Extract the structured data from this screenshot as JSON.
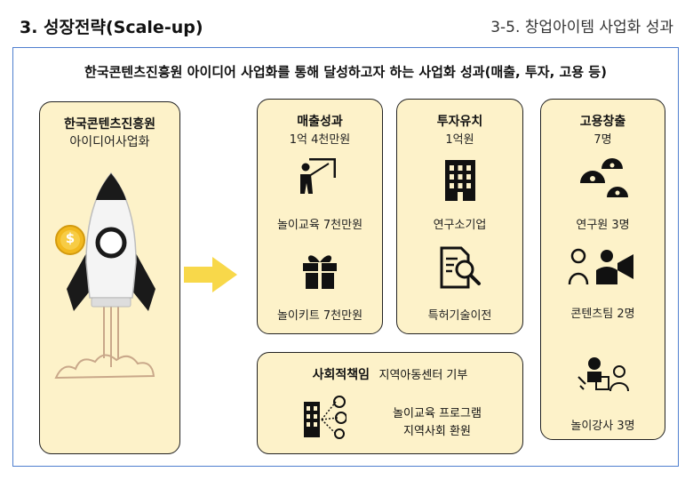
{
  "header": {
    "section": "3. 성장전략(Scale-up)",
    "subsection": "3-5. 창업아이템 사업화 성과"
  },
  "main": {
    "title": "한국콘텐츠진흥원 아이디어 사업화를 통해 달성하고자 하는 사업화 성과(매출, 투자, 고용 등)"
  },
  "program": {
    "title": "한국콘텐츠진흥원",
    "subtitle": "아이디어사업화",
    "coin_symbol": "$"
  },
  "sales": {
    "title": "매출성과",
    "amount": "1억 4천만원",
    "item1": "놀이교육 7천만원",
    "item2": "놀이키트 7천만원"
  },
  "investment": {
    "title": "투자유치",
    "amount": "1억원",
    "item1": "연구소기업",
    "item2": "특허기술이전"
  },
  "employment": {
    "title": "고용창출",
    "amount": "7명",
    "item1": "연구원 3명",
    "item2": "콘텐츠팀 2명",
    "item3": "놀이강사 3명"
  },
  "csr": {
    "title": "사회적책임",
    "title_detail": "지역아동센터 기부",
    "line1": "놀이교육 프로그램",
    "line2": "지역사회 환원"
  },
  "colors": {
    "card_fill": "#fdf2c9",
    "frame_border": "#4f7fcf",
    "arrow": "#f8d84a",
    "coin": "#f2b91e"
  }
}
